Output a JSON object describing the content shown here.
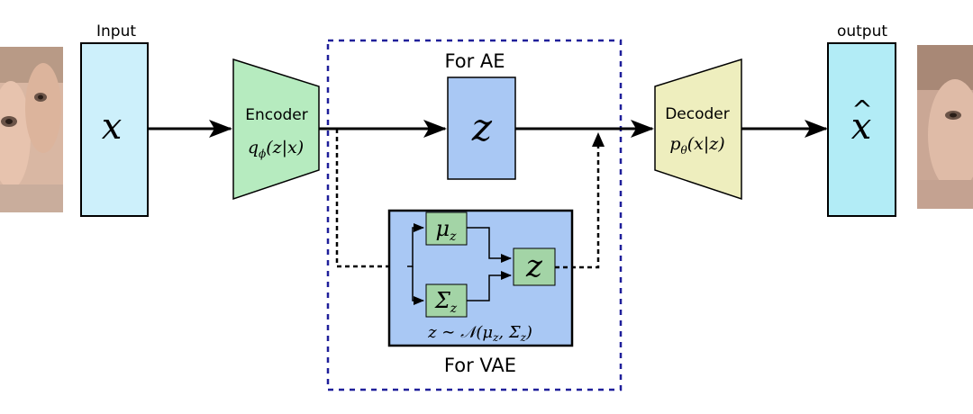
{
  "labels": {
    "input": "Input",
    "output": "output",
    "for_ae": "For AE",
    "for_vae": "For VAE",
    "encoder": "Encoder",
    "decoder": "Decoder"
  },
  "math": {
    "x": "x",
    "x_hat": "x",
    "x_hat_accent": "^",
    "z_ae": "z",
    "q_q": "q",
    "q_sub": "ϕ",
    "q_args": "(z|x)",
    "p_p": "p",
    "p_sub": "θ",
    "p_args": "(x|z)",
    "mu": "μ",
    "mu_sub": "z",
    "sigma": "Σ",
    "sigma_sub": "z",
    "z_vae": "z",
    "dist": "z ∼ 𝒩(μ",
    "dist_sub1": "z",
    "dist_mid": ", Σ",
    "dist_sub2": "z",
    "dist_end": ")"
  },
  "colors": {
    "input_box": "#cdf0fb",
    "encoder": "#b6ebbf",
    "z_box": "#a9c8f4",
    "vae_box": "#a9c8f4",
    "vae_inner": "#a3d4a6",
    "decoder": "#eeeebe",
    "output_box": "#b2ecf6",
    "dashed_frame": "#1f1f9a"
  }
}
